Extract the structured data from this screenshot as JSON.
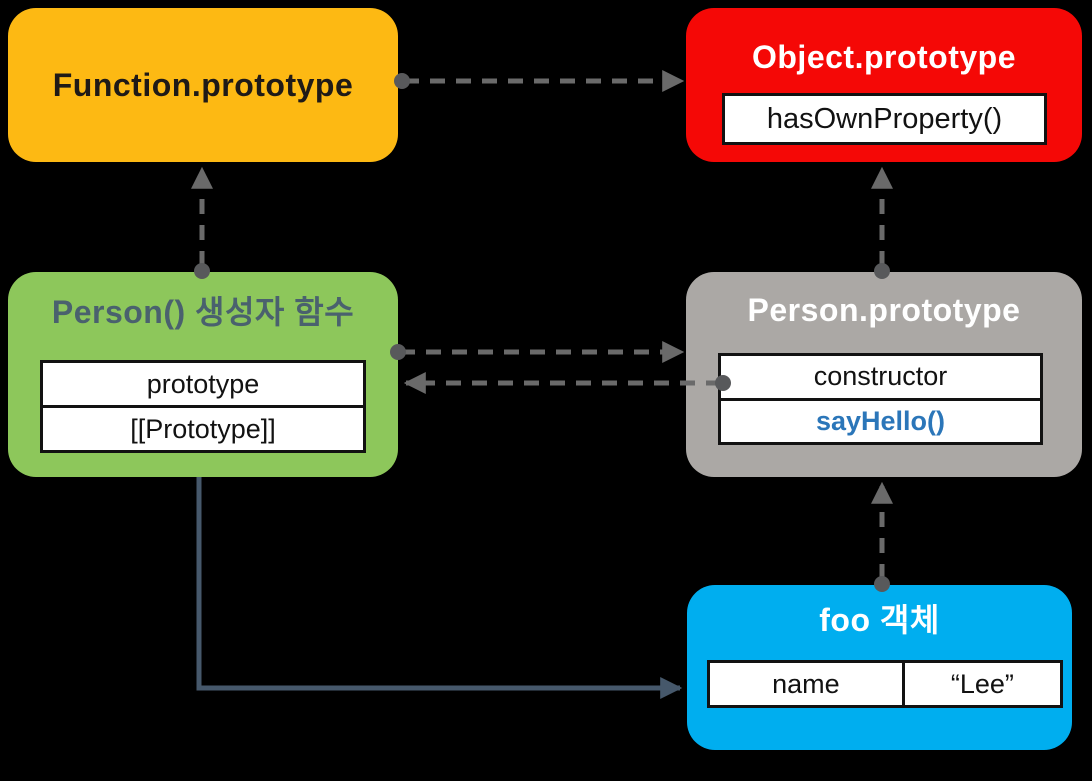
{
  "nodes": {
    "function_prototype": {
      "title": "Function.prototype"
    },
    "object_prototype": {
      "title": "Object.prototype",
      "members": [
        "hasOwnProperty()"
      ]
    },
    "person_constructor": {
      "title": "Person() 생성자 함수",
      "members": [
        "prototype",
        "[[Prototype]]"
      ]
    },
    "person_prototype": {
      "title": "Person.prototype",
      "members": [
        "constructor",
        "sayHello()"
      ]
    },
    "foo_object": {
      "title": "foo 객체",
      "property": {
        "key": "name",
        "value": "“Lee”"
      }
    }
  },
  "edges": [
    {
      "from": "Function.prototype",
      "to": "Object.prototype",
      "style": "dashed"
    },
    {
      "from": "Person() 생성자 함수",
      "to": "Function.prototype",
      "style": "dashed"
    },
    {
      "from": "Person() 생성자 함수 prototype",
      "to": "Person.prototype",
      "style": "dashed"
    },
    {
      "from": "Person.prototype constructor",
      "to": "Person() 생성자 함수",
      "style": "dashed"
    },
    {
      "from": "Person.prototype",
      "to": "Object.prototype",
      "style": "dashed"
    },
    {
      "from": "foo 객체",
      "to": "Person.prototype",
      "style": "dashed"
    },
    {
      "from": "Person() 생성자 함수",
      "to": "foo 객체",
      "style": "solid"
    }
  ],
  "colors": {
    "background": "#000000",
    "function_prototype_box": "#FDB913",
    "object_prototype_box": "#F50806",
    "person_constructor_box": "#8DC75B",
    "person_prototype_box": "#ABA8A5",
    "foo_object_box": "#00AEEF",
    "method_text": "#2B76B9",
    "person_constructor_title_text": "#4A616E",
    "dashed_arrow": "#6A6A6A",
    "solid_arrow": "#46586B"
  }
}
